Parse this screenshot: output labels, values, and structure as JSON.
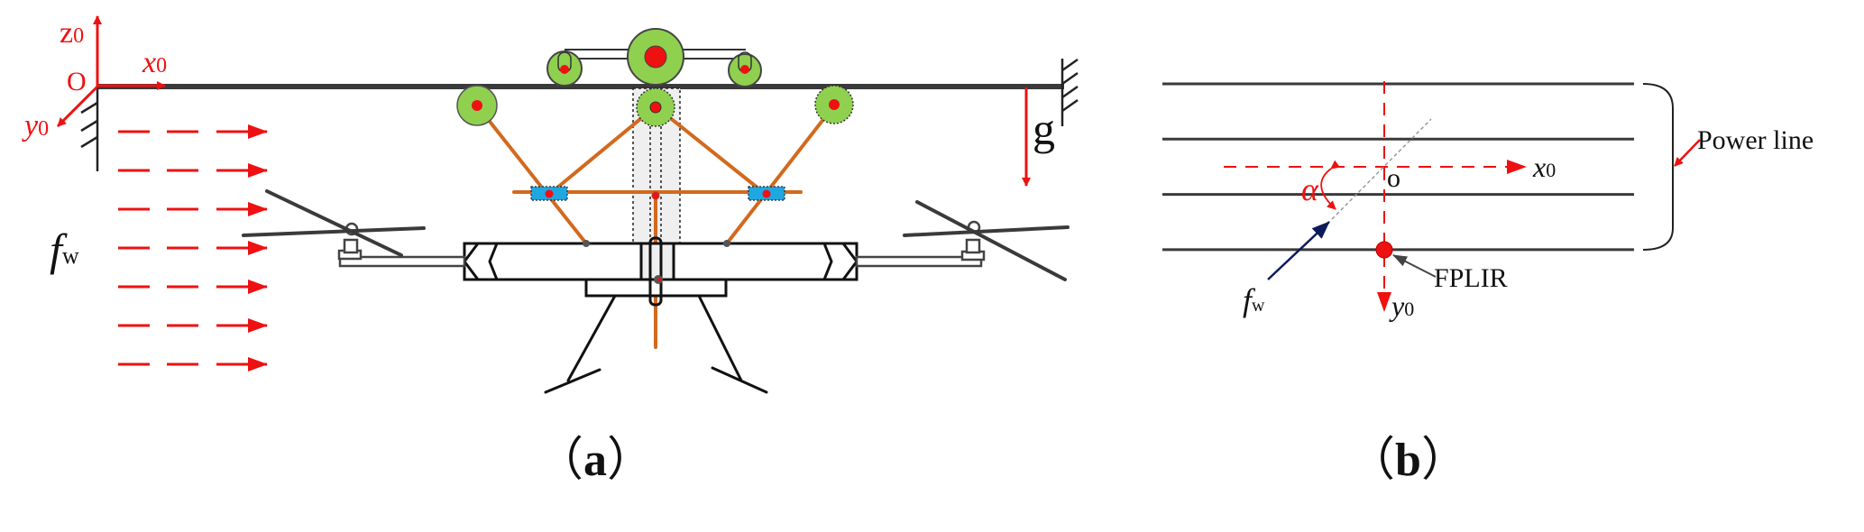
{
  "figure": {
    "colors": {
      "axis_red": "#ee1111",
      "line_dark": "#3a3a3a",
      "pulley_green": "#8fd14f",
      "pulley_center": "#ee1111",
      "linkage_orange": "#d2691e",
      "slider_blue": "#1ea7e1",
      "wind_arrow_navy": "#0d1a5c",
      "column_gray": "#eeeeee"
    },
    "panel_a": {
      "caption_open": "（",
      "caption_letter": "a",
      "caption_close": "）",
      "axis_z": "z",
      "axis_z_sub": "0",
      "axis_x": "x",
      "axis_x_sub": "0",
      "axis_y": "y",
      "axis_y_sub": "0",
      "origin": "O",
      "gravity": "g",
      "wind_force": "f",
      "wind_force_sub": "w",
      "wind_arrow_rows": 7
    },
    "panel_b": {
      "caption_open": "（",
      "caption_letter": "b",
      "caption_close": "）",
      "axis_x": "x",
      "axis_x_sub": "0",
      "axis_y": "y",
      "axis_y_sub": "0",
      "origin": "o",
      "angle": "α",
      "wind_force": "f",
      "wind_force_sub": "w",
      "robot_label": "FPLIR",
      "power_line_label": "Power line",
      "power_line_count": 4
    }
  }
}
